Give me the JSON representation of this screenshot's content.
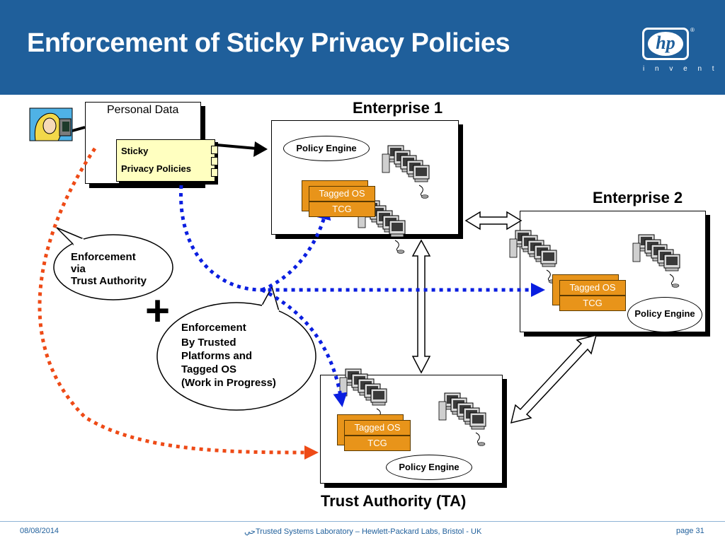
{
  "slide": {
    "title": "Enforcement of Sticky Privacy Policies",
    "logo": {
      "mark": "hp",
      "tagline": "i n v e n t",
      "registered": "®"
    }
  },
  "personal_data": {
    "label": "Personal Data",
    "sticky_line1": "Sticky",
    "sticky_line2": "Privacy Policies",
    "user_icon": "user-at-computer-icon"
  },
  "enterprise1": {
    "title": "Enterprise 1",
    "policy_engine": "Policy Engine",
    "tagged_os": "Tagged OS",
    "tcg": "TCG"
  },
  "enterprise2": {
    "title": "Enterprise 2",
    "policy_engine": "Policy Engine",
    "tagged_os": "Tagged OS",
    "tcg": "TCG"
  },
  "trust_authority": {
    "title": "Trust Authority (TA)",
    "policy_engine": "Policy Engine",
    "tagged_os": "Tagged OS",
    "tcg": "TCG"
  },
  "callouts": {
    "ta": {
      "line1": "Enforcement",
      "line2": "via",
      "line3": "Trust Authority"
    },
    "plus": "+",
    "tp": {
      "line1": "Enforcement",
      "line2": "By Trusted",
      "line3": "Platforms and",
      "line4": "Tagged OS",
      "line5": "(Work in Progress)"
    }
  },
  "footer": {
    "date": "08/08/2014",
    "center": "حيTrusted Systems Laboratory – Hewlett-Packard Labs, Bristol - UK",
    "page": "page 31"
  },
  "colors": {
    "header_blue": "#1f5f9b",
    "os_orange": "#e8941a",
    "arrow_blue": "#0a1ee0",
    "arrow_red": "#ee4a16",
    "sticky_yellow": "#ffffc0"
  }
}
